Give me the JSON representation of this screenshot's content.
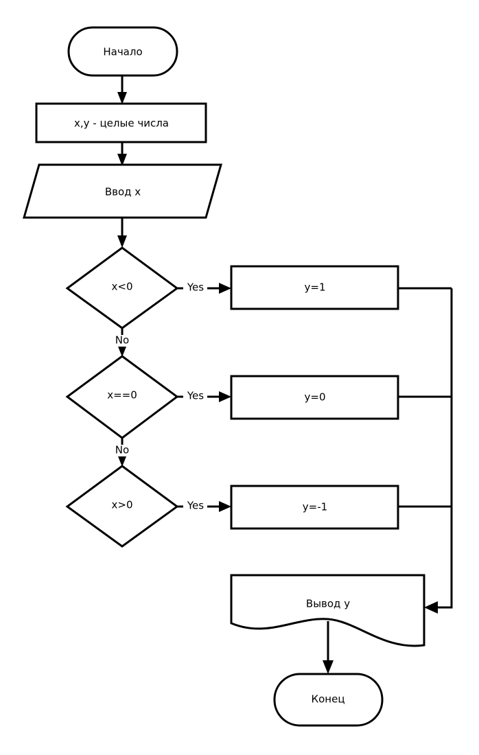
{
  "diagram": {
    "type": "flowchart",
    "language": "ru",
    "background_color": "#ffffff",
    "line_color": "#000000",
    "text_color": "#000000",
    "nodes": {
      "start": {
        "label": "Начало",
        "shape": "terminator"
      },
      "declare": {
        "label": "x,y -  целые числа",
        "shape": "process"
      },
      "input_x": {
        "label": "Ввод x",
        "shape": "input-parallelogram"
      },
      "decision_lt": {
        "label": "x<0",
        "shape": "decision"
      },
      "decision_eq": {
        "label": "x==0",
        "shape": "decision"
      },
      "decision_gt": {
        "label": "x>0",
        "shape": "decision"
      },
      "assign_pos": {
        "label": "y=1",
        "shape": "process"
      },
      "assign_zero": {
        "label": "y=0",
        "shape": "process"
      },
      "assign_neg": {
        "label": "y=-1",
        "shape": "process"
      },
      "output_y": {
        "label": "Вывод y",
        "shape": "document"
      },
      "end": {
        "label": "Конец",
        "shape": "terminator"
      }
    },
    "edge_labels": {
      "yes_lt": "Yes",
      "no_lt": "No",
      "yes_eq": "Yes",
      "no_eq": "No",
      "yes_gt": "Yes"
    }
  }
}
